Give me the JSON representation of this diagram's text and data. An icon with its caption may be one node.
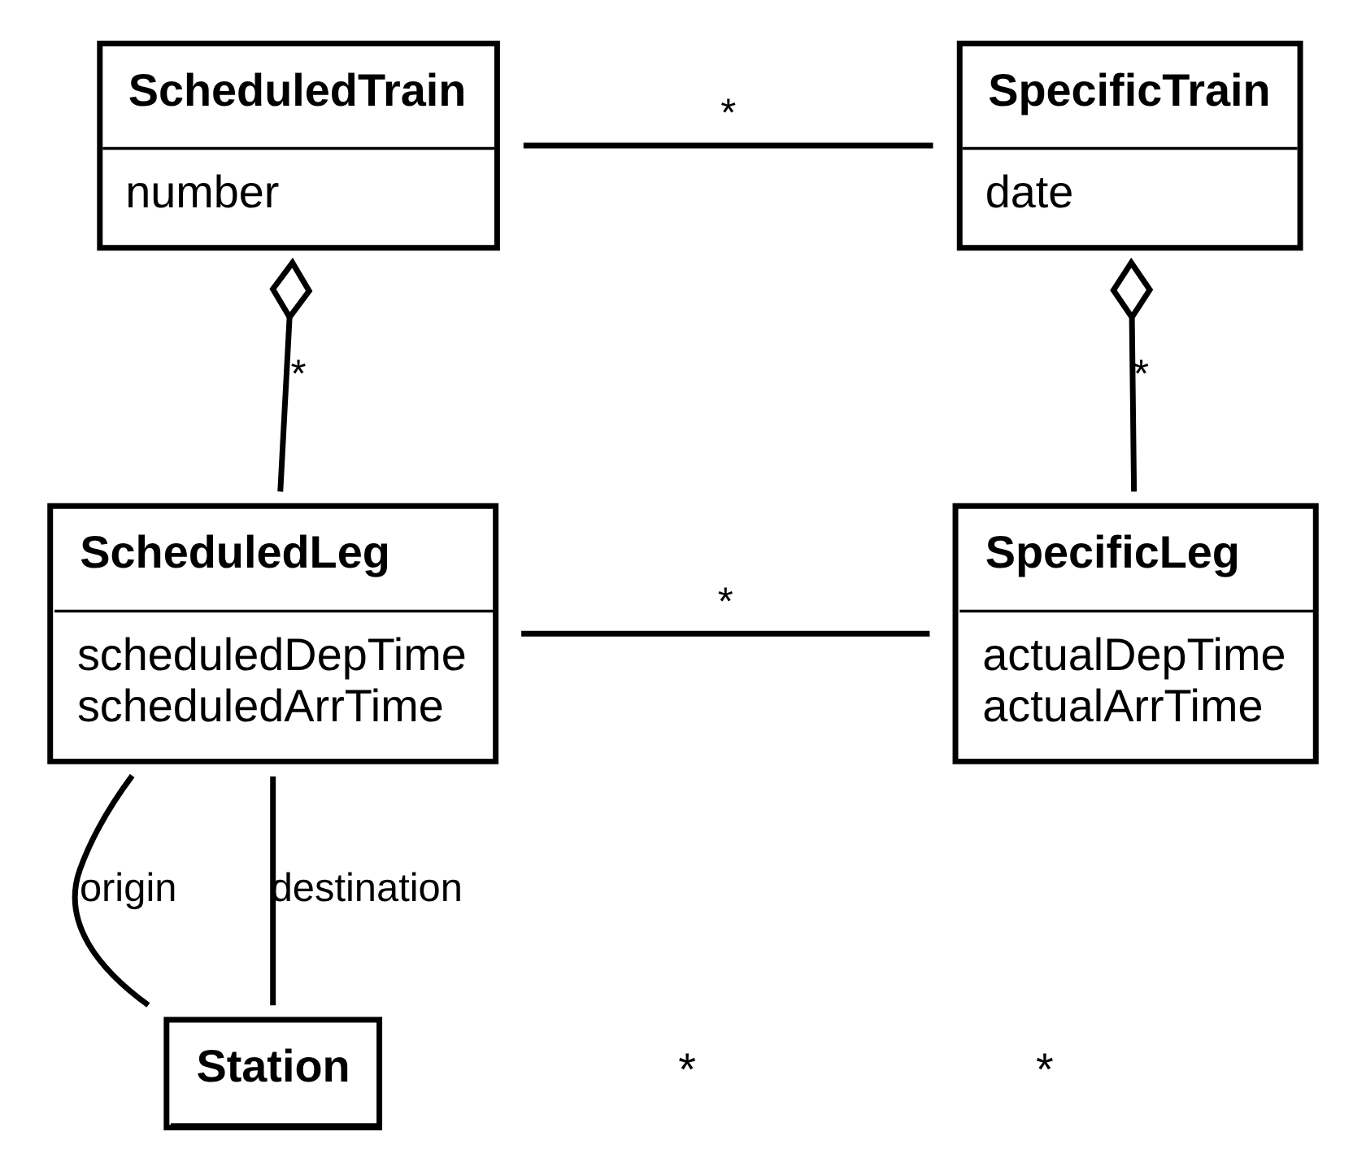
{
  "diagram": {
    "nodes": [
      {
        "text": [
          "ScheduledTrain",
          "number"
        ]
      },
      {
        "text": [
          "SpecificTrain",
          "date"
        ]
      },
      {
        "text": [
          "ScheduledLeg",
          "scheduledDepTime",
          "scheduledArrTime"
        ]
      },
      {
        "text": [
          "SpecificLeg",
          "actualDepTime",
          "actualArrTime"
        ]
      },
      {
        "text": [
          "Station"
        ]
      }
    ],
    "edges": [
      {
        "from": 0,
        "to": 1,
        "arrow": "none",
        "label": "*"
      },
      {
        "from": 0,
        "to": 2,
        "arrow": "other",
        "label": "*"
      },
      {
        "from": 1,
        "to": 3,
        "arrow": "other",
        "label": "*"
      },
      {
        "from": 2,
        "to": 3,
        "arrow": "none",
        "label": "*"
      },
      {
        "from": 2,
        "to": 4,
        "arrow": "none",
        "label": "origin"
      },
      {
        "from": 2,
        "to": 4,
        "arrow": "none",
        "label": "destination"
      }
    ],
    "labels": [
      "*",
      "*"
    ]
  }
}
